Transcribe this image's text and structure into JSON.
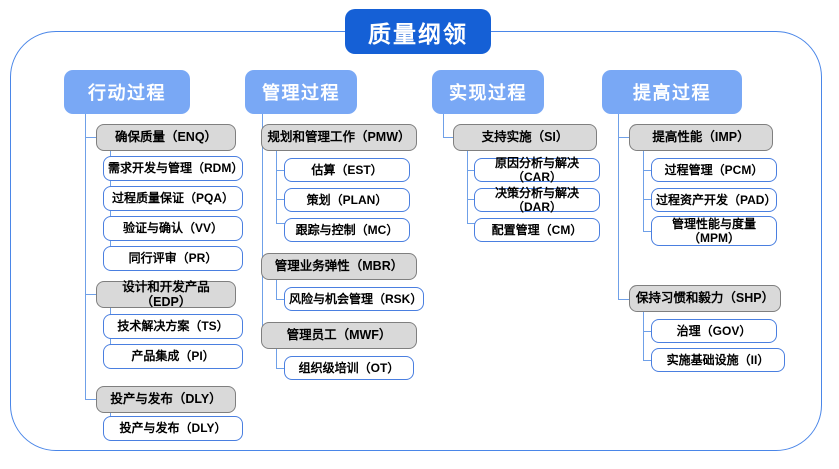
{
  "diagram": {
    "type": "hierarchy-tree",
    "root": {
      "label": "质量纲领"
    },
    "colors": {
      "root_fill": "#1560d6",
      "column_header_fill": "#79a8f5",
      "group_fill": "#d9d9d9",
      "group_border": "#7f7f7f",
      "leaf_fill": "#ffffff",
      "leaf_border": "#4a7fe0",
      "connector": "#6fa0e8",
      "frame_border": "#4a86e8"
    },
    "columns": [
      {
        "header": "行动过程",
        "groups": [
          {
            "label": "确保质量（ENQ）",
            "children": [
              "需求开发与管理（RDM）",
              "过程质量保证（PQA）",
              "验证与确认（VV）",
              "同行评审（PR）"
            ]
          },
          {
            "label": "设计和开发产品（EDP）",
            "children": [
              "技术解决方案（TS）",
              "产品集成（PI）"
            ]
          },
          {
            "label": "投产与发布（DLY）",
            "children": [
              "投产与发布（DLY）"
            ]
          }
        ]
      },
      {
        "header": "管理过程",
        "groups": [
          {
            "label": "规划和管理工作（PMW）",
            "children": [
              "估算（EST）",
              "策划（PLAN）",
              "跟踪与控制（MC）"
            ]
          },
          {
            "label": "管理业务弹性（MBR）",
            "children": [
              "风险与机会管理（RSK）"
            ]
          },
          {
            "label": "管理员工（MWF）",
            "children": [
              "组织级培训（OT）"
            ]
          }
        ]
      },
      {
        "header": "实现过程",
        "groups": [
          {
            "label": "支持实施（SI）",
            "children": [
              "原因分析与解决（CAR）",
              "决策分析与解决（DAR）",
              "配置管理（CM）"
            ]
          }
        ]
      },
      {
        "header": "提高过程",
        "groups": [
          {
            "label": "提高性能（IMP）",
            "children": [
              "过程管理（PCM）",
              "过程资产开发（PAD）",
              "管理性能与度量\n（MPM）"
            ]
          },
          {
            "label": "保持习惯和毅力（SHP）",
            "children": [
              "治理（GOV）",
              "实施基础设施（II）"
            ]
          }
        ]
      }
    ]
  }
}
